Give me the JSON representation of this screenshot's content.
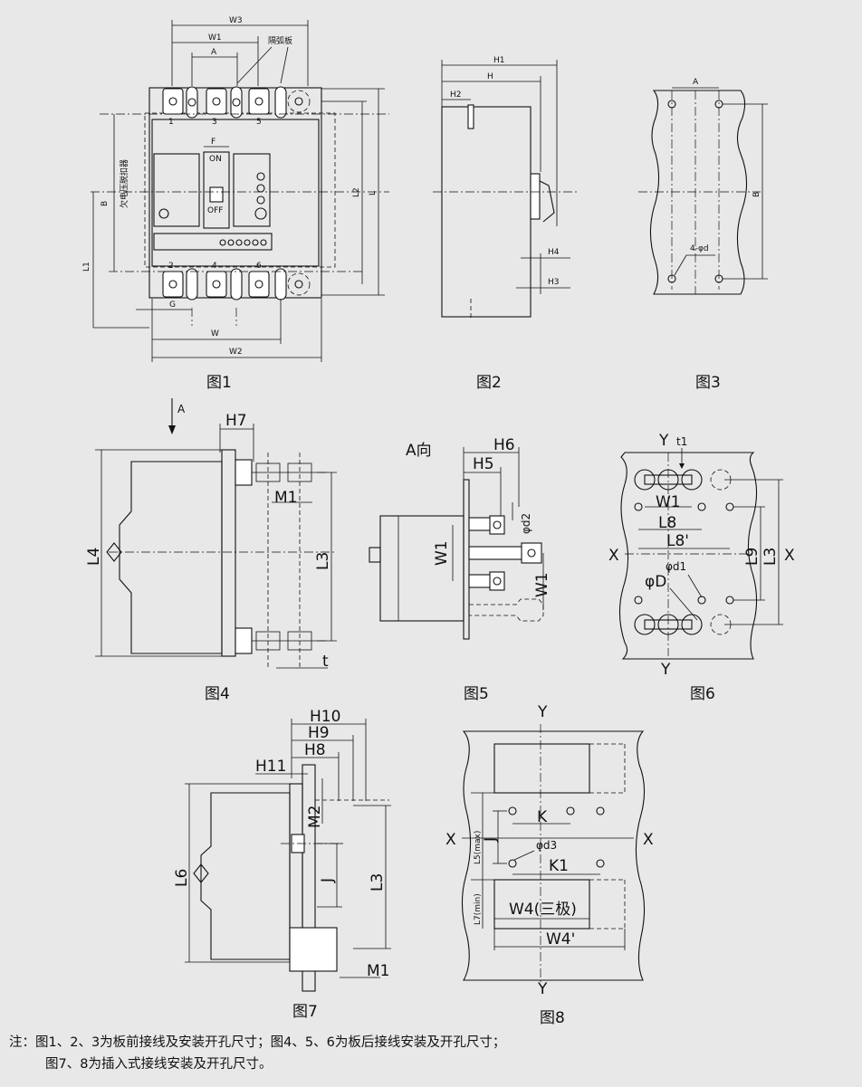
{
  "fig1": {
    "caption": "图1",
    "labels": {
      "W3": "W3",
      "W1": "W1",
      "A": "A",
      "barrier": "隔弧板",
      "F": "F",
      "on": "ON",
      "off": "OFF",
      "undervoltage": "欠电压脱扣器",
      "B": "B",
      "L1": "L1",
      "L2": "L2",
      "L": "L",
      "G": "G",
      "W": "W",
      "W2": "W2",
      "t1": "1",
      "t3": "3",
      "t5": "5",
      "t2": "2",
      "t4": "4",
      "t6": "6"
    }
  },
  "fig2": {
    "caption": "图2",
    "labels": {
      "H1": "H1",
      "H": "H",
      "H2": "H2",
      "H3": "H3",
      "H4": "H4"
    }
  },
  "fig3": {
    "caption": "图3",
    "labels": {
      "A": "A",
      "B": "B",
      "hole": "4-φd"
    }
  },
  "fig4": {
    "caption": "图4",
    "labels": {
      "A": "A",
      "H7": "H7",
      "L4": "L4",
      "L3": "L3",
      "M1": "M1",
      "t": "t"
    }
  },
  "fig5": {
    "caption": "图5",
    "labels": {
      "view": "A向",
      "H6": "H6",
      "H5": "H5",
      "d2": "φd2",
      "W1a": "W1",
      "W1b": "W1"
    }
  },
  "fig6": {
    "caption": "图6",
    "labels": {
      "Ytop": "Y",
      "t1": "t1",
      "W1": "W1",
      "L8": "L8",
      "L8p": "L8'",
      "d1": "φd1",
      "D": "φD",
      "X1": "X",
      "X2": "X",
      "L9": "L9",
      "L3": "L3",
      "Ybot": "Y"
    }
  },
  "fig7": {
    "caption": "图7",
    "labels": {
      "H10": "H10",
      "H9": "H9",
      "H8": "H8",
      "H11": "H11",
      "M2": "M2",
      "L6": "L6",
      "J": "J",
      "L3": "L3",
      "M1": "M1"
    }
  },
  "fig8": {
    "caption": "图8",
    "labels": {
      "Ytop": "Y",
      "Ybot": "Y",
      "X1": "X",
      "X2": "X",
      "K": "K",
      "J": "J",
      "d3": "φd3",
      "K1": "K1",
      "L5": "L5(max)",
      "L7": "L7(min)",
      "W4": "W4(三极)",
      "W4p": "W4'"
    }
  },
  "notes": {
    "line1": "注：图1、2、3为板前接线及安装开孔尺寸；图4、5、6为板后接线安装及开孔尺寸；",
    "line2": "图7、8为插入式接线安装及开孔尺寸。"
  }
}
